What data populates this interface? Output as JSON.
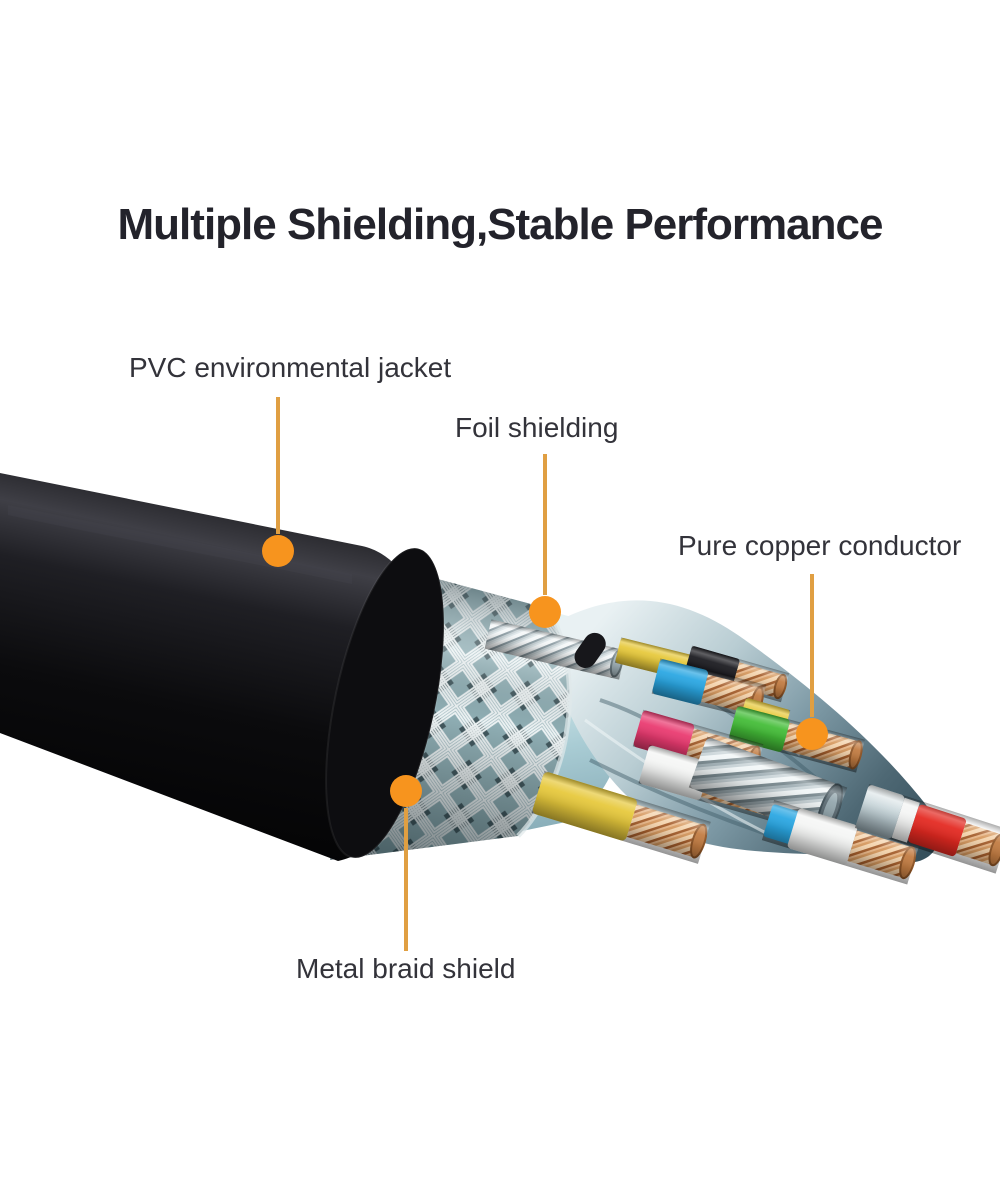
{
  "title": "Multiple Shielding,Stable Performance",
  "annotations": [
    {
      "id": "pvc-jacket",
      "label": "PVC environmental jacket"
    },
    {
      "id": "foil-shielding",
      "label": "Foil shielding"
    },
    {
      "id": "pure-copper-conductor",
      "label": "Pure copper conductor"
    },
    {
      "id": "metal-braid-shield",
      "label": "Metal braid shield"
    }
  ],
  "colors": {
    "accent": "#F7941E",
    "leader_line": "#E09F42",
    "jacket_black": "#0B0B0D",
    "braid_teal": "#5E747B",
    "braid_silver": "#EFF4F5",
    "foil_blue": "#CFE6EA",
    "copper": "#D6995F",
    "conductor_silver": "#C7D2D6",
    "wire_blue": "#2AA7E3",
    "wire_green": "#44BD38",
    "wire_pink": "#EA3A70",
    "wire_red": "#E42921",
    "wire_yellow": "#E7C93C",
    "wire_white": "#F4F5F4",
    "wire_black": "#1B1B20"
  }
}
